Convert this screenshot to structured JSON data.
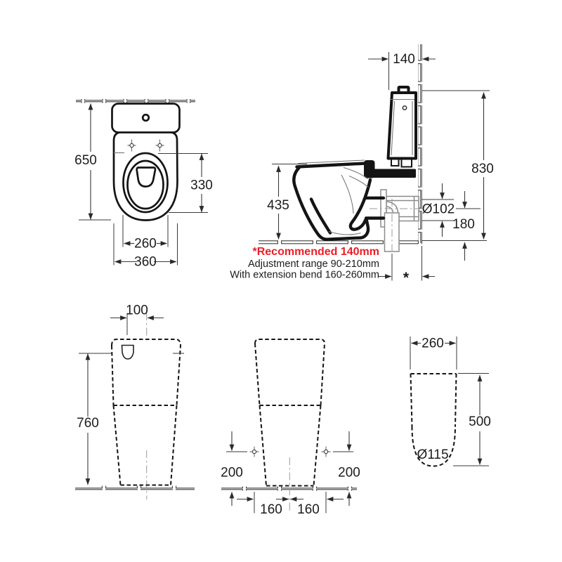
{
  "colors": {
    "background": "#ffffff",
    "ink": "#141414",
    "dimension": "#3a3a3a",
    "connector_gray": "#8a8a8a",
    "red": "#ee1c25"
  },
  "plan_view": {
    "dims": {
      "overall_depth": "650",
      "seat_length": "330",
      "seat_width": "260",
      "overall_width": "360"
    }
  },
  "side_view": {
    "dims": {
      "setout": "140",
      "overall_height": "830",
      "seat_height": "435",
      "outlet_diameter": "Ø102",
      "outlet_height": "180",
      "setout_marker": "*"
    },
    "notes": {
      "recommended": "*Recommended 140mm",
      "adjustment_range": "Adjustment range 90-210mm",
      "extension_bend": "With extension bend 160-260mm"
    }
  },
  "rear_view": {
    "dims": {
      "inlet_offset": "100",
      "body_height": "760"
    }
  },
  "front_view": {
    "dims": {
      "fixing_height_left": "200",
      "fixing_height_right": "200",
      "fixing_offset_left": "160",
      "fixing_offset_right": "160"
    }
  },
  "outlet_view": {
    "dims": {
      "depth": "260",
      "height": "500",
      "outlet_diameter": "Ø115"
    }
  }
}
